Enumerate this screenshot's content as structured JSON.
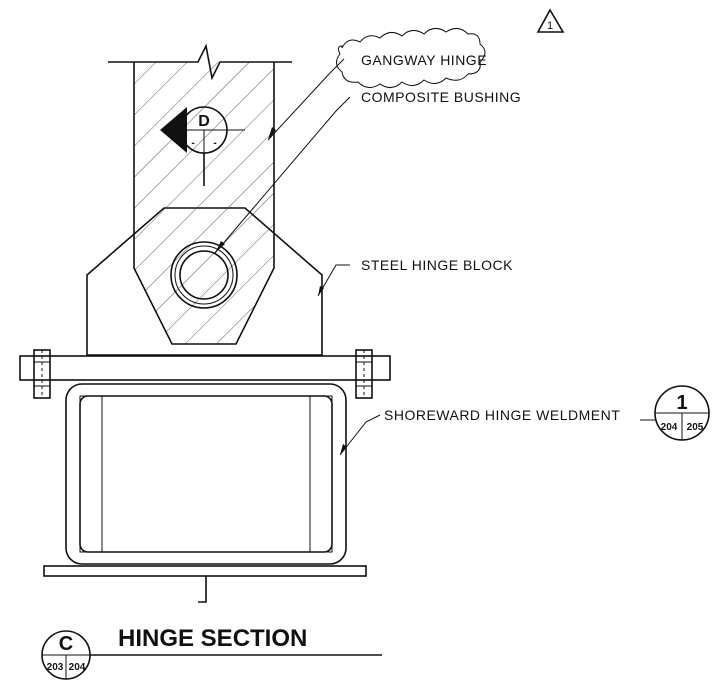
{
  "revision": {
    "number": "1"
  },
  "callouts": {
    "gangway_hinge": "GANGWAY HINGE",
    "composite_bushing": "COMPOSITE BUSHING",
    "steel_hinge_block": "STEEL HINGE BLOCK",
    "shoreward_weldment": "SHOREWARD HINGE WELDMENT"
  },
  "detail_tag": {
    "letter": "D",
    "left": "-",
    "right": "-"
  },
  "weldment_ref": {
    "number": "1",
    "sheet_left": "204",
    "sheet_right": "205"
  },
  "section": {
    "letter": "C",
    "sheet_left": "203",
    "sheet_right": "204",
    "title": "HINGE SECTION"
  }
}
